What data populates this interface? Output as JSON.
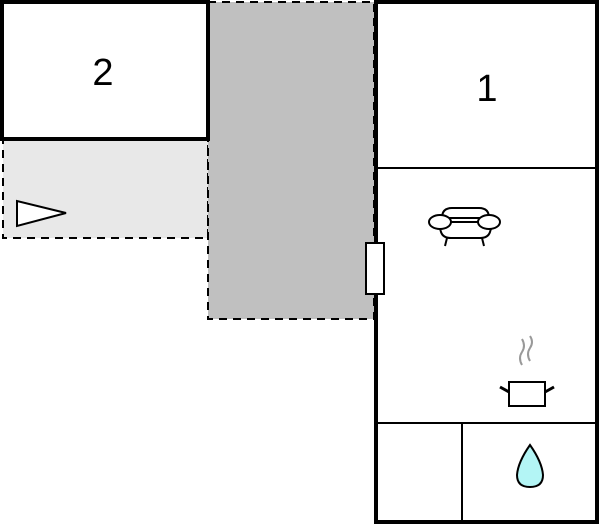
{
  "plan": {
    "rooms": [
      {
        "id": "room-1",
        "label": "1"
      },
      {
        "id": "room-2",
        "label": "2"
      }
    ],
    "areas": {
      "terrace": {
        "fill": "#e8e8e8"
      },
      "covered_area": {
        "fill": "#c0c0c0"
      }
    },
    "icons": [
      {
        "name": "entrance-arrow-icon"
      },
      {
        "name": "sofa-icon"
      },
      {
        "name": "cooking-pot-icon"
      },
      {
        "name": "water-drop-icon",
        "fill": "#b3f5f5"
      },
      {
        "name": "door-icon"
      }
    ],
    "colors": {
      "wall": "#000000",
      "steam": "#999999",
      "water": "#b3f5f5"
    }
  }
}
